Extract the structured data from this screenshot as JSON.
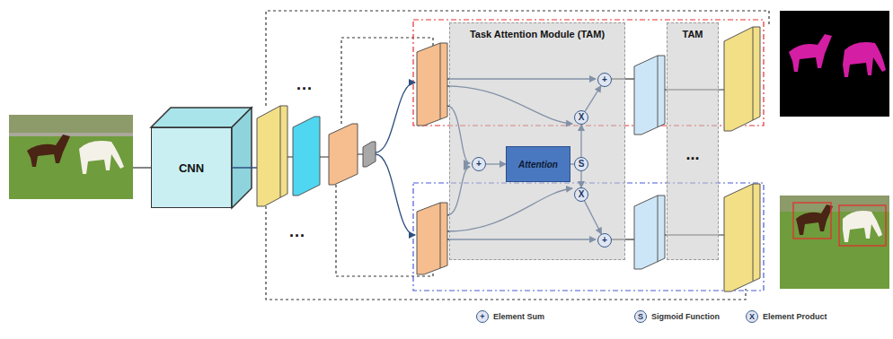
{
  "diagram": {
    "nodes": [
      {
        "text": [
          "CNN"
        ]
      },
      {
        "text": [
          "Task Attention Module (TAM)"
        ]
      },
      {
        "text": [
          "+"
        ],
        "in": 1
      },
      {
        "text": [
          "Attention"
        ],
        "in": 1
      },
      {
        "text": [
          "S"
        ],
        "in": 1
      },
      {
        "text": [
          "X"
        ],
        "in": 1
      },
      {
        "text": [
          "X"
        ],
        "in": 1
      },
      {
        "text": [
          "+"
        ],
        "in": 1
      },
      {
        "text": [
          "+"
        ],
        "in": 1
      },
      {
        "text": [
          "TAM",
          "..."
        ]
      }
    ],
    "edges": [
      {
        "from": 2,
        "to": 3,
        "arrow": "to"
      },
      {
        "from": 3,
        "to": 4,
        "arrow": "none"
      },
      {
        "from": 4,
        "to": 5,
        "arrow": "to"
      },
      {
        "from": 4,
        "to": 6,
        "arrow": "to"
      },
      {
        "from": 5,
        "to": 7,
        "arrow": "to"
      },
      {
        "from": 6,
        "to": 8,
        "arrow": "to"
      }
    ],
    "labels": [
      "...",
      "...",
      "+",
      "S",
      "X"
    ],
    "legend": [
      {
        "text": "Element Sum"
      },
      {
        "text": "Sigmoid Function"
      },
      {
        "text": "Element Product"
      }
    ]
  }
}
